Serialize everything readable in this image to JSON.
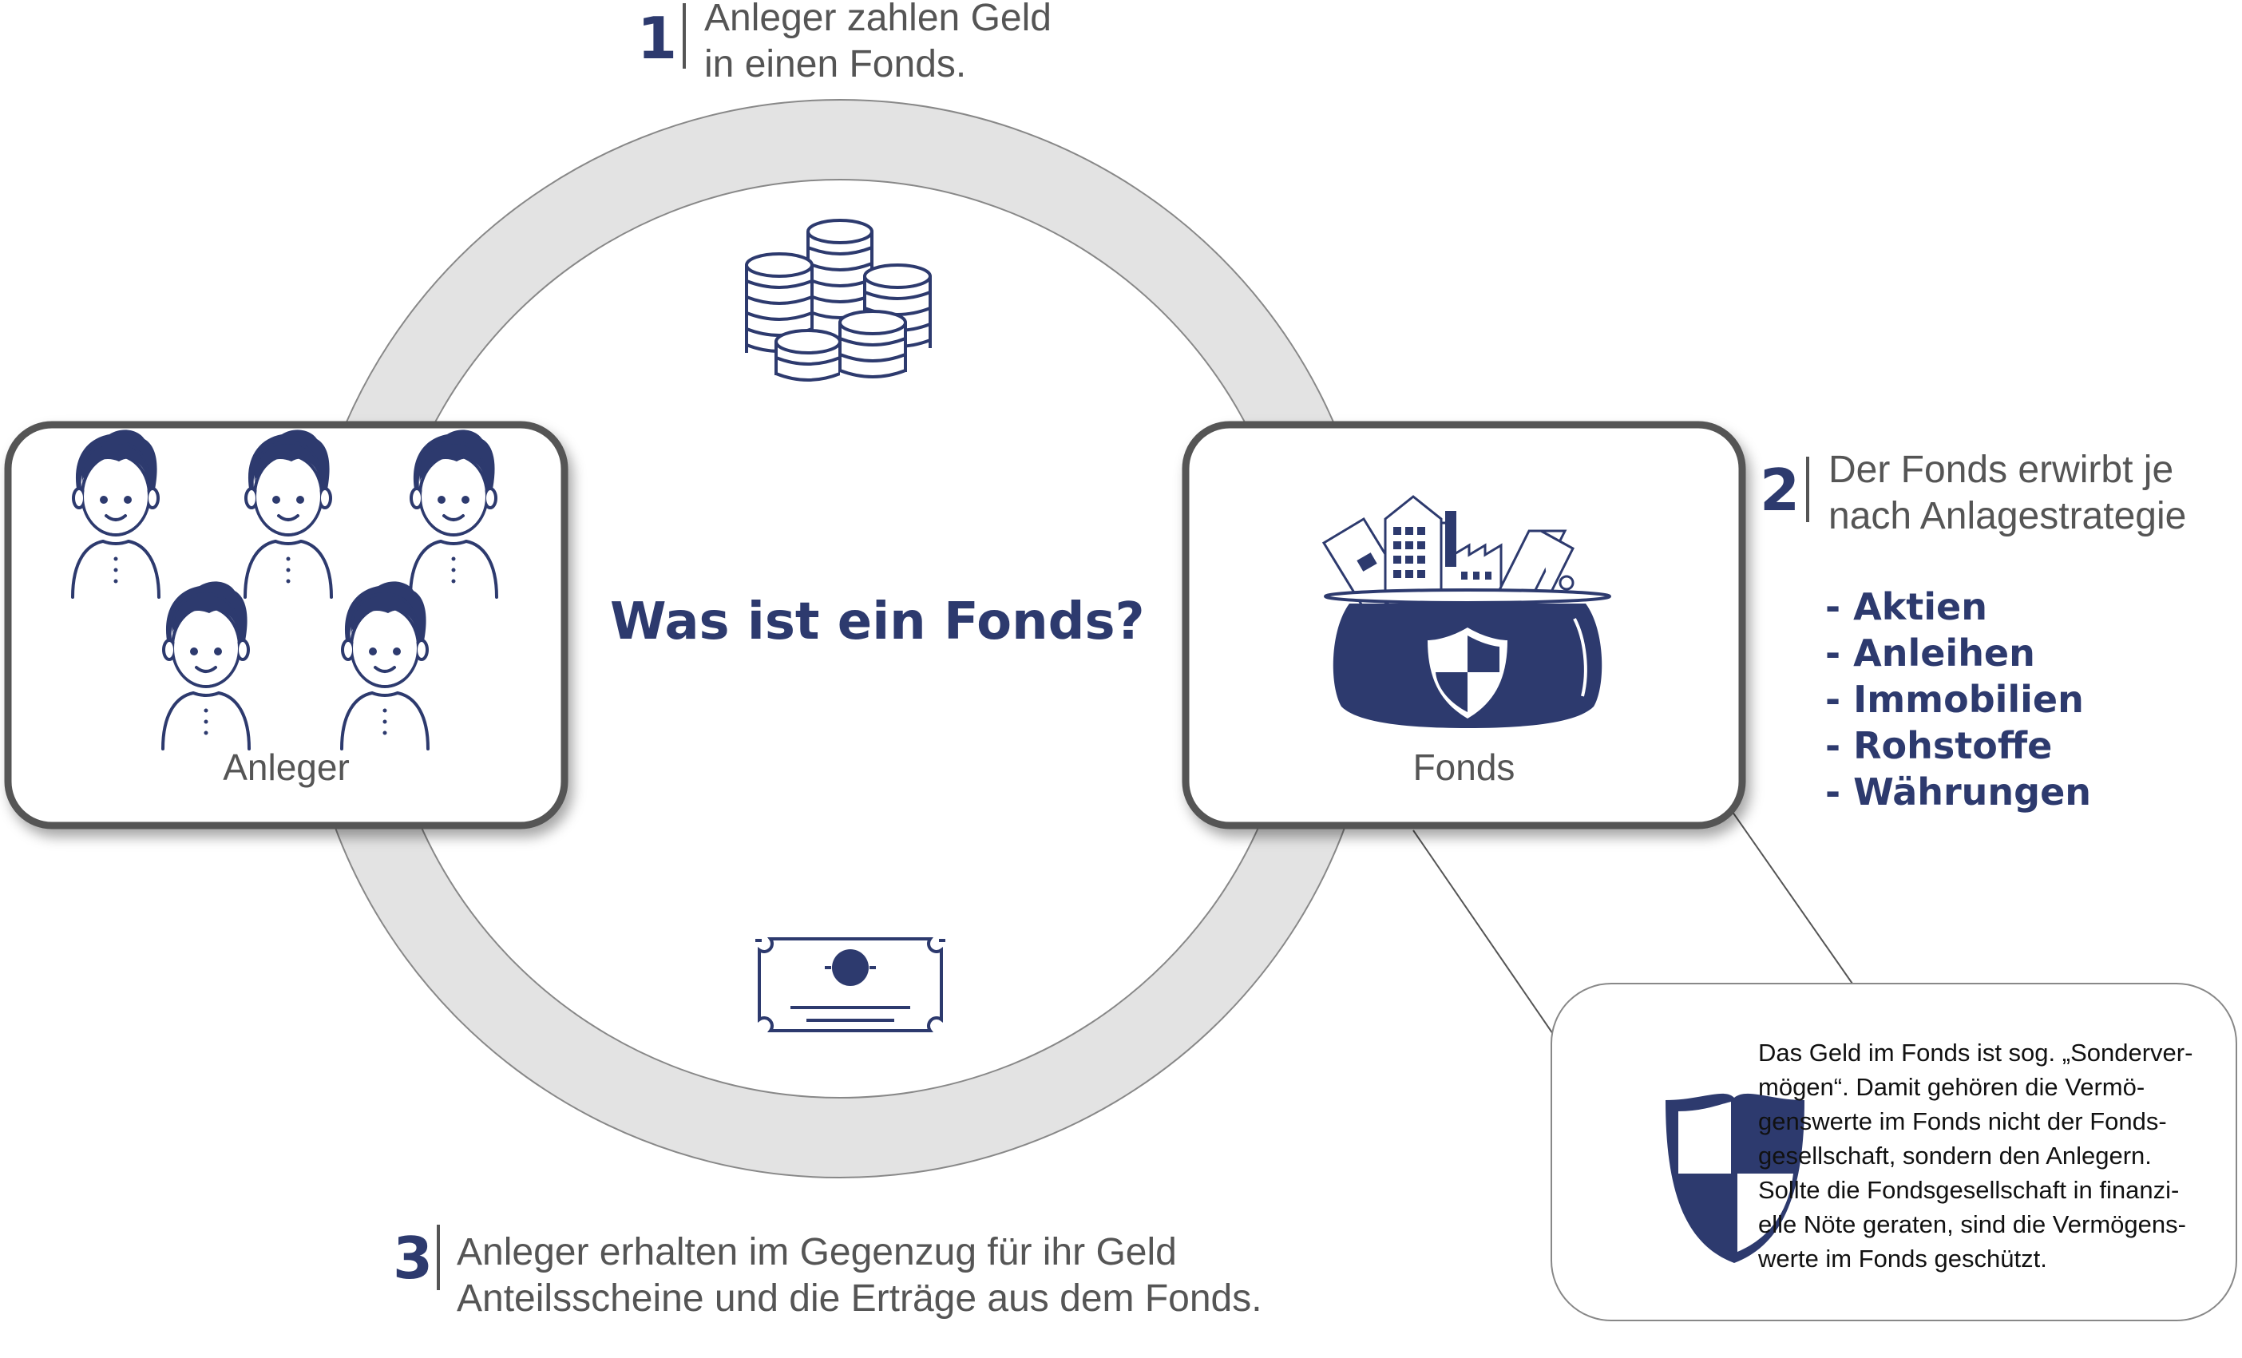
{
  "title": "Was ist ein Fonds?",
  "steps": [
    {
      "number": "1",
      "lines": [
        "Anleger zahlen Geld",
        "in einen Fonds."
      ]
    },
    {
      "number": "2",
      "lines": [
        "Der Fonds erwirbt je",
        "nach Anlagestrategie"
      ]
    },
    {
      "number": "3",
      "lines": [
        "Anleger erhalten im Gegenzug für ihr Geld",
        "Anteilsscheine und die Erträge aus dem Fonds."
      ]
    }
  ],
  "boxes": {
    "investors_label": "Anleger",
    "fund_label": "Fonds"
  },
  "asset_classes": [
    "- Aktien",
    "- Anleihen",
    "- Immobilien",
    "- Rohstoffe",
    "- Währungen"
  ],
  "note": {
    "lines": [
      "Das Geld im Fonds ist sog. „Sonderver-",
      "mögen“. Damit gehören die Vermö-",
      "genswerte im Fonds nicht der Fonds-",
      "gesellschaft, sondern den Anlegern.",
      "Sollte die Fondsgesellschaft in finanzi-",
      "elle Nöte geraten, sind die Vermögens-",
      "werte im Fonds geschützt."
    ]
  },
  "colors": {
    "navy": "#2d3a6e",
    "ring": "#e3e3e3",
    "ring_stroke": "#888888",
    "box_border": "#555555",
    "text": "#555555"
  },
  "icons": [
    "coins-stack-icon",
    "certificate-icon",
    "person-icon",
    "fund-pot-icon",
    "shield-icon"
  ]
}
